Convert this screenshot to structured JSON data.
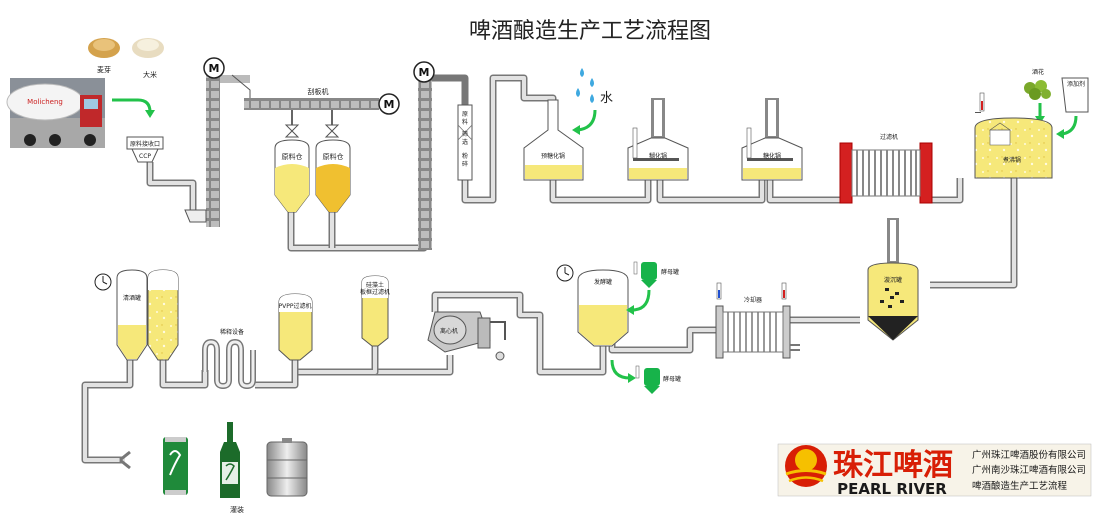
{
  "title": "啤酒酿造生产工艺流程图",
  "ingredients": {
    "malt": "麦芽",
    "rice": "大米",
    "hops": "酒花",
    "additive": "添加剂",
    "water": "水"
  },
  "truck_text": "Molicheng",
  "equipment": {
    "receiving": "原料接收口",
    "ccp": "CCP",
    "scraper": "刮板机",
    "silo1": "原料仓",
    "silo2": "原料仓",
    "screen_chars": [
      "原",
      "料",
      "筛",
      "选",
      "粉",
      "碎"
    ],
    "pre_mash": "预糖化锅",
    "cooker": "糊化锅",
    "mash": "糖化锅",
    "lauter": "过滤机",
    "boil": "煮沸锅",
    "whirlpool": "漩沉罐",
    "cooler": "冷却器",
    "ferment": "发酵罐",
    "yeast1": "酵母罐",
    "yeast2": "酵母罐",
    "centrifuge": "离心机",
    "kg_filter_l1": "硅藻土",
    "kg_filter_l2": "板框过滤机",
    "pvpp": "PVPP过滤机",
    "dilution": "稀释设备",
    "bright": "清酒罐",
    "filling": "灌装"
  },
  "motors": [
    "M",
    "M",
    "M"
  ],
  "brand": {
    "name_cn": "珠江啤酒",
    "name_en": "PEARL RIVER",
    "lines": [
      "广州珠江啤酒股份有限公司",
      "广州南沙珠江啤酒有限公司",
      "啤酒酿造生产工艺流程"
    ]
  },
  "colors": {
    "liquid": "#f6e87a",
    "liquid_dark": "#f0c030",
    "pipe": "#777777",
    "green": "#22c24a",
    "brand_red": "#d81e05",
    "brand_bg": "#f7f3e8"
  }
}
